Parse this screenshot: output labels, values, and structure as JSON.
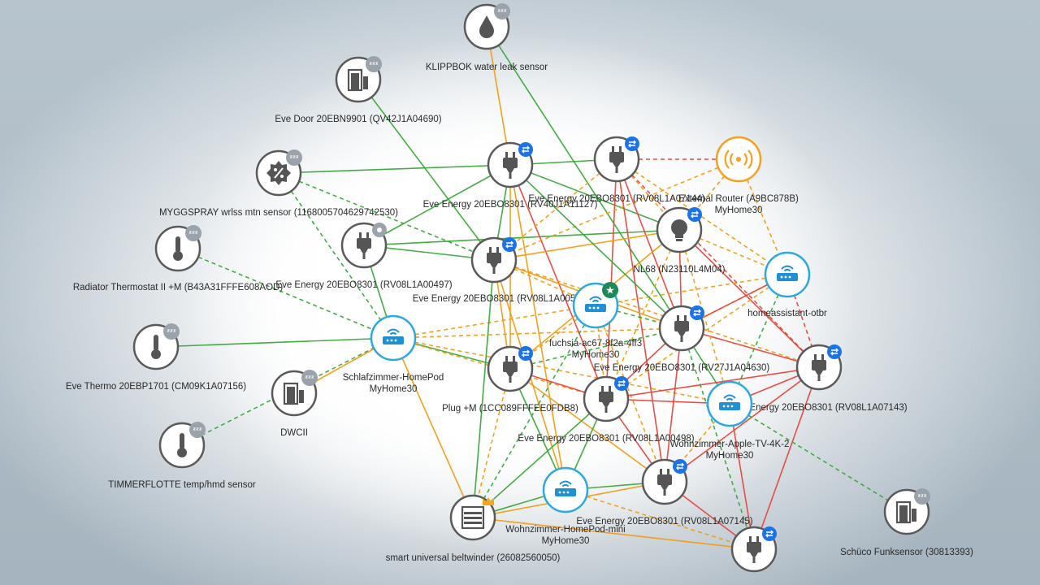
{
  "colors": {
    "edge_strong": "#e8453c",
    "edge_medium": "#f39c12",
    "edge_good": "#3aa83a",
    "node_border": "#5a5a5a",
    "router_border": "#2ea8e0",
    "border_router_border": "#f5a01e",
    "badge_blue": "#1a73e8",
    "badge_grey": "#9aa3ab",
    "badge_gold": "#f5a623",
    "badge_green": "#1b8a5a"
  },
  "nodes": [
    {
      "id": "leak",
      "labels": [
        "KLIPPBOK water leak sensor"
      ],
      "icon": "water-drop-icon",
      "type": "end",
      "badge": "sleep"
    },
    {
      "id": "door",
      "labels": [
        "Eve Door 20EBN9901 (QV42J1A04690)"
      ],
      "icon": "door-icon",
      "type": "end",
      "badge": "sleep"
    },
    {
      "id": "myggspray",
      "labels": [
        "MYGGSPRAY wrlss mtn sensor (1168005704629742530)"
      ],
      "icon": "motion-sensor-icon",
      "type": "end",
      "badge": "sleep"
    },
    {
      "id": "radiator",
      "labels": [
        "Radiator Thermostat II +M (B43A31FFFE608AOD)"
      ],
      "icon": "thermometer-icon",
      "type": "end",
      "badge": "sleep"
    },
    {
      "id": "thermo",
      "labels": [
        "Eve Thermo 20EBP1701 (CM09K1A07156)"
      ],
      "icon": "thermometer-icon",
      "type": "end",
      "badge": "sleep"
    },
    {
      "id": "timmerflotte",
      "labels": [
        "TIMMERFLOTTE temp/hmd sensor"
      ],
      "icon": "thermometer-icon",
      "type": "end",
      "badge": "sleep"
    },
    {
      "id": "dwcii",
      "labels": [
        "DWCII"
      ],
      "icon": "door-icon",
      "type": "end",
      "badge": "sleep"
    },
    {
      "id": "schlaf",
      "labels": [
        "Schlafzimmer-HomePod",
        "MyHome30"
      ],
      "icon": "router-icon",
      "type": "router"
    },
    {
      "id": "eve497",
      "labels": [
        "Eve Energy 20EBO8301 (RV08L1A00497)"
      ],
      "icon": "plug-icon",
      "type": "end",
      "badge": "disabled"
    },
    {
      "id": "eve127",
      "labels": [
        "Eve Energy 20EBO8301 (RV40J1A11127)"
      ],
      "icon": "plug-icon",
      "type": "end",
      "badge": "router"
    },
    {
      "id": "eve144",
      "labels": [
        "Eve Energy 20EBO8301 (RV08L1A07144)"
      ],
      "icon": "plug-icon",
      "type": "end",
      "badge": "router"
    },
    {
      "id": "extrouter",
      "labels": [
        "External Router (A9BC878B)",
        "MyHome30"
      ],
      "icon": "broadcast-icon",
      "type": "border"
    },
    {
      "id": "nl68",
      "labels": [
        "NL68 (N23110L4M04)"
      ],
      "icon": "bulb-icon",
      "type": "end",
      "badge": "router"
    },
    {
      "id": "otbr",
      "labels": [
        "homeassistant-otbr"
      ],
      "icon": "router-icon",
      "type": "router"
    },
    {
      "id": "eve005",
      "labels": [
        "Eve Energy 20EBO8301 (RV08L1A005"
      ],
      "icon": "plug-icon",
      "type": "end",
      "badge": "router"
    },
    {
      "id": "fuchsia",
      "labels": [
        "fuchsia-ac67-8f2a-4ff3",
        "MyHome30"
      ],
      "icon": "router-icon",
      "type": "router",
      "badge": "leader"
    },
    {
      "id": "eve630",
      "labels": [
        "Eve Energy 20EBO8301 (RV27J1A04630)"
      ],
      "icon": "plug-icon",
      "type": "end",
      "badge": "router"
    },
    {
      "id": "eve143",
      "labels": [
        "Eve Energy 20EBO8301 (RV08L1A07143)"
      ],
      "icon": "plug-icon",
      "type": "end",
      "badge": "router"
    },
    {
      "id": "plug",
      "labels": [
        "Plug +M (1CC089FFFEE0FDB8)"
      ],
      "icon": "plug-icon",
      "type": "end",
      "badge": "router"
    },
    {
      "id": "eve498",
      "labels": [
        "Eve Energy 20EBO8301 (RV08L1A00498)"
      ],
      "icon": "plug-icon",
      "type": "end",
      "badge": "router"
    },
    {
      "id": "appletv",
      "labels": [
        "Wohnzimmer-Apple-TV-4K-2",
        "MyHome30"
      ],
      "icon": "router-icon",
      "type": "router"
    },
    {
      "id": "hpmini",
      "labels": [
        "Wohnzimmer-HomePod-mini",
        "MyHome30"
      ],
      "icon": "router-icon",
      "type": "router"
    },
    {
      "id": "eve145",
      "labels": [
        "Eve Energy 20EBO8301 (RV08L1A07145)"
      ],
      "icon": "plug-icon",
      "type": "end",
      "badge": "router"
    },
    {
      "id": "beltwinder",
      "labels": [
        "smart universal beltwinder (26082560050)"
      ],
      "icon": "blinds-icon",
      "type": "end",
      "badge": "crown"
    },
    {
      "id": "eveBR",
      "labels": [
        ""
      ],
      "icon": "plug-icon",
      "type": "end",
      "badge": "router"
    },
    {
      "id": "schuco",
      "labels": [
        "Schüco Funksensor (30813393)"
      ],
      "icon": "door-icon",
      "type": "end",
      "badge": "sleep"
    }
  ],
  "edges": [
    [
      "leak",
      "eve127",
      "medium",
      "solid"
    ],
    [
      "leak",
      "eve630",
      "good",
      "solid"
    ],
    [
      "door",
      "eve005",
      "good",
      "solid"
    ],
    [
      "myggspray",
      "eve127",
      "good",
      "solid"
    ],
    [
      "myggspray",
      "eve005",
      "good",
      "dashed"
    ],
    [
      "myggspray",
      "schlaf",
      "good",
      "dashed"
    ],
    [
      "radiator",
      "schlaf",
      "good",
      "dashed"
    ],
    [
      "thermo",
      "schlaf",
      "good",
      "solid"
    ],
    [
      "timmerflotte",
      "schlaf",
      "good",
      "dashed"
    ],
    [
      "dwcii",
      "schlaf",
      "medium",
      "solid"
    ],
    [
      "eve497",
      "eve127",
      "good",
      "solid"
    ],
    [
      "eve497",
      "eve005",
      "good",
      "solid"
    ],
    [
      "eve497",
      "schlaf",
      "good",
      "solid"
    ],
    [
      "eve497",
      "nl68",
      "good",
      "solid"
    ],
    [
      "schlaf",
      "plug",
      "good",
      "solid"
    ],
    [
      "schlaf",
      "eve630",
      "medium",
      "dashed"
    ],
    [
      "schlaf",
      "beltwinder",
      "medium",
      "solid"
    ],
    [
      "schlaf",
      "fuchsia",
      "medium",
      "dashed"
    ],
    [
      "schlaf",
      "appletv",
      "medium",
      "dashed"
    ],
    [
      "schlaf",
      "eve498",
      "medium",
      "dashed"
    ],
    [
      "eve127",
      "eve144",
      "good",
      "solid"
    ],
    [
      "eve127",
      "nl68",
      "good",
      "solid"
    ],
    [
      "eve127",
      "eve005",
      "good",
      "solid"
    ],
    [
      "eve127",
      "plug",
      "medium",
      "solid"
    ],
    [
      "eve127",
      "eve498",
      "strong",
      "solid"
    ],
    [
      "eve127",
      "hpmini",
      "medium",
      "solid"
    ],
    [
      "eve144",
      "extrouter",
      "strong",
      "dashed"
    ],
    [
      "eve144",
      "nl68",
      "medium",
      "dashed"
    ],
    [
      "eve144",
      "eve005",
      "medium",
      "dashed"
    ],
    [
      "eve144",
      "eve498",
      "strong",
      "solid"
    ],
    [
      "eve144",
      "eve630",
      "strong",
      "solid"
    ],
    [
      "eve144",
      "otbr",
      "medium",
      "dashed"
    ],
    [
      "eve144",
      "eve145",
      "strong",
      "solid"
    ],
    [
      "extrouter",
      "nl68",
      "medium",
      "dashed"
    ],
    [
      "extrouter",
      "otbr",
      "medium",
      "dashed"
    ],
    [
      "extrouter",
      "eve005",
      "medium",
      "dashed"
    ],
    [
      "nl68",
      "otbr",
      "medium",
      "dashed"
    ],
    [
      "nl68",
      "eve005",
      "medium",
      "solid"
    ],
    [
      "nl68",
      "eve630",
      "strong",
      "solid"
    ],
    [
      "nl68",
      "plug",
      "medium",
      "solid"
    ],
    [
      "nl68",
      "eve143",
      "strong",
      "solid"
    ],
    [
      "nl68",
      "eve498",
      "medium",
      "dashed"
    ],
    [
      "otbr",
      "eve630",
      "medium",
      "dashed"
    ],
    [
      "otbr",
      "eve143",
      "strong",
      "dashed"
    ],
    [
      "otbr",
      "fuchsia",
      "medium",
      "dashed"
    ],
    [
      "otbr",
      "eve498",
      "medium",
      "dashed"
    ],
    [
      "otbr",
      "appletv",
      "good",
      "dashed"
    ],
    [
      "eve005",
      "fuchsia",
      "medium",
      "dashed"
    ],
    [
      "eve005",
      "plug",
      "medium",
      "solid"
    ],
    [
      "eve005",
      "eve630",
      "medium",
      "solid"
    ],
    [
      "eve005",
      "beltwinder",
      "good",
      "solid"
    ],
    [
      "eve005",
      "hpmini",
      "medium",
      "solid"
    ],
    [
      "eve005",
      "eve143",
      "medium",
      "dashed"
    ],
    [
      "fuchsia",
      "plug",
      "medium",
      "dashed"
    ],
    [
      "fuchsia",
      "eve630",
      "good",
      "dashed"
    ],
    [
      "fuchsia",
      "eve498",
      "medium",
      "dashed"
    ],
    [
      "fuchsia",
      "beltwinder",
      "good",
      "dashed"
    ],
    [
      "fuchsia",
      "eve145",
      "medium",
      "dashed"
    ],
    [
      "eve630",
      "eve143",
      "strong",
      "solid"
    ],
    [
      "eve630",
      "eve498",
      "strong",
      "solid"
    ],
    [
      "eve630",
      "appletv",
      "good",
      "solid"
    ],
    [
      "eve630",
      "eve145",
      "strong",
      "solid"
    ],
    [
      "eve630",
      "eveBR",
      "good",
      "dashed"
    ],
    [
      "eve143",
      "appletv",
      "strong",
      "solid"
    ],
    [
      "eve143",
      "eve498",
      "strong",
      "solid"
    ],
    [
      "eve143",
      "eve145",
      "strong",
      "solid"
    ],
    [
      "eve143",
      "eveBR",
      "strong",
      "solid"
    ],
    [
      "plug",
      "eve498",
      "strong",
      "solid"
    ],
    [
      "plug",
      "eve145",
      "medium",
      "solid"
    ],
    [
      "plug",
      "hpmini",
      "good",
      "solid"
    ],
    [
      "plug",
      "beltwinder",
      "medium",
      "dashed"
    ],
    [
      "eve498",
      "appletv",
      "strong",
      "solid"
    ],
    [
      "eve498",
      "eve145",
      "strong",
      "solid"
    ],
    [
      "eve498",
      "hpmini",
      "good",
      "solid"
    ],
    [
      "eve498",
      "beltwinder",
      "good",
      "solid"
    ],
    [
      "appletv",
      "eve145",
      "medium",
      "dashed"
    ],
    [
      "appletv",
      "eveBR",
      "strong",
      "solid"
    ],
    [
      "appletv",
      "schuco",
      "good",
      "dashed"
    ],
    [
      "eve145",
      "hpmini",
      "good",
      "solid"
    ],
    [
      "eve145",
      "eveBR",
      "strong",
      "solid"
    ],
    [
      "eve145",
      "beltwinder",
      "medium",
      "solid"
    ],
    [
      "hpmini",
      "beltwinder",
      "good",
      "solid"
    ],
    [
      "beltwinder",
      "eveBR",
      "medium",
      "solid"
    ],
    [
      "hpmini",
      "eveBR",
      "medium",
      "dashed"
    ],
    [
      "eve630",
      "otbr",
      "strong",
      "solid"
    ],
    [
      "eve144",
      "eve143",
      "strong",
      "dashed"
    ],
    [
      "nl68",
      "appletv",
      "medium",
      "dashed"
    ],
    [
      "eve127",
      "eve630",
      "good",
      "solid"
    ],
    [
      "plug",
      "eve630",
      "good",
      "dashed"
    ]
  ]
}
